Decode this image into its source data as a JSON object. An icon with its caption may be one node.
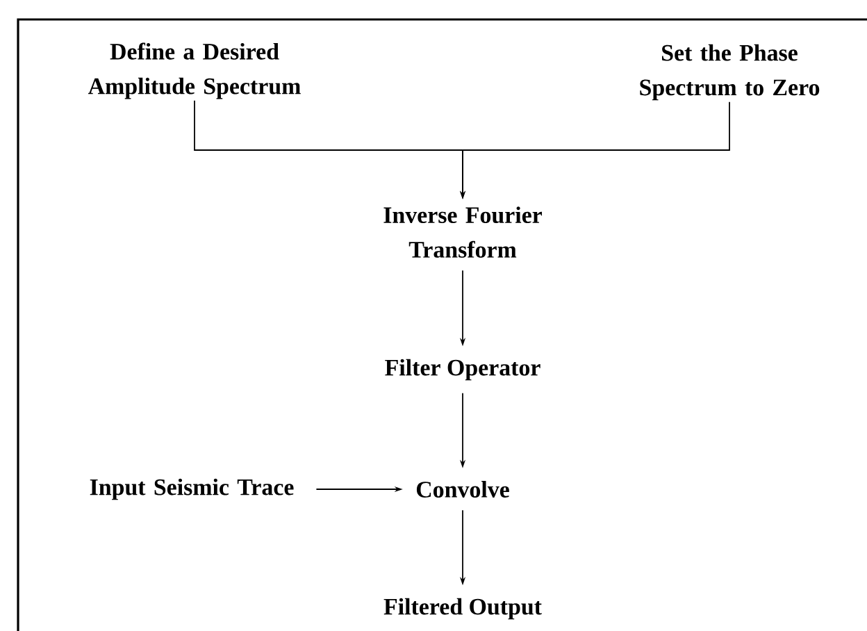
{
  "diagram": {
    "nodes": [
      {
        "text": [
          "Define a Desired Amplitude Spectrum"
        ]
      },
      {
        "text": [
          "Set the Phase Spectrum to Zero"
        ]
      },
      {
        "text": [
          "Inverse Fourier Transform"
        ]
      },
      {
        "text": [
          "Filter Operator"
        ]
      },
      {
        "text": [
          "Input Seismic Trace"
        ]
      },
      {
        "text": [
          "Convolve"
        ]
      },
      {
        "text": [
          "Filtered Output"
        ]
      }
    ],
    "edges": [
      {
        "from": 0,
        "to": 2,
        "arrow": "to"
      },
      {
        "from": 1,
        "to": 2,
        "arrow": "to"
      },
      {
        "from": 2,
        "to": 3,
        "arrow": "to"
      },
      {
        "from": 3,
        "to": 5,
        "arrow": "to"
      },
      {
        "from": 4,
        "to": 5,
        "arrow": "to"
      },
      {
        "from": 5,
        "to": 6,
        "arrow": "to"
      }
    ]
  }
}
